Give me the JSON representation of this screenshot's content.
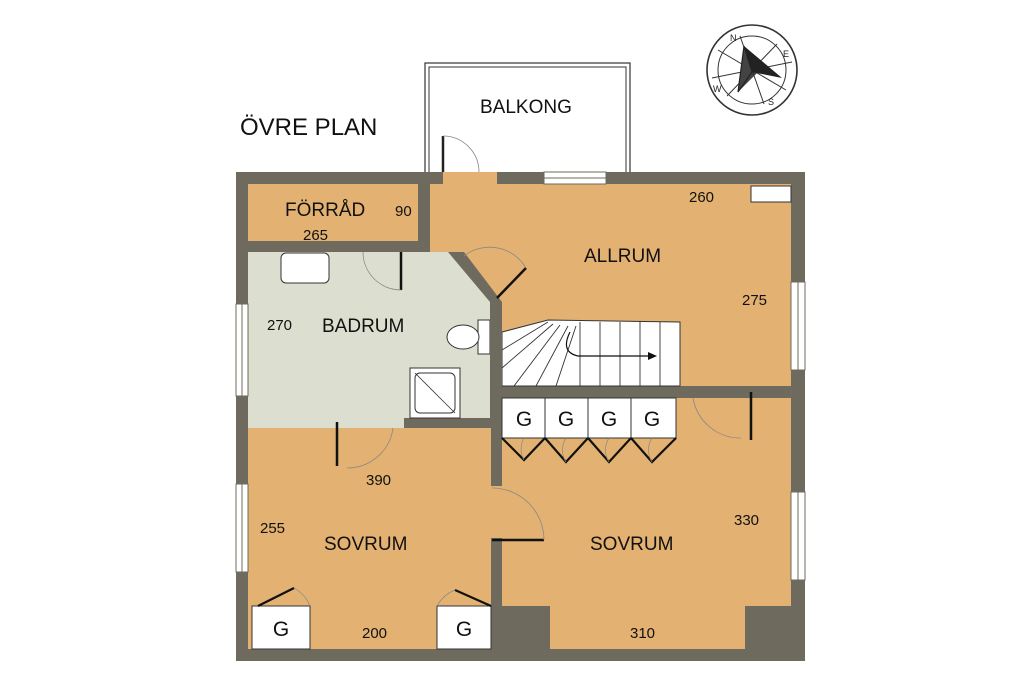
{
  "title": "ÖVRE PLAN",
  "compass": {
    "north": "N",
    "east": "E",
    "south": "S",
    "west": "W"
  },
  "colors": {
    "wall": "#6e6b5e",
    "floor": "#e3b171",
    "bathroom": "#dcdfcf",
    "background": "#ffffff"
  },
  "rooms": {
    "balkong": "BALKONG",
    "forrad": "FÖRRÅD",
    "allrum": "ALLRUM",
    "badrum": "BADRUM",
    "sovrum_left": "SOVRUM",
    "sovrum_right": "SOVRUM"
  },
  "dimensions": {
    "forrad_width": "90",
    "forrad_length": "265",
    "allrum_top": "260",
    "allrum_side": "275",
    "badrum_side": "270",
    "sovrum_left_top": "390",
    "sovrum_left_side": "255",
    "sovrum_left_bottom": "200",
    "sovrum_right_side": "330",
    "sovrum_right_bottom": "310"
  },
  "wardrobes": {
    "hall_1": "G",
    "hall_2": "G",
    "hall_3": "G",
    "hall_4": "G",
    "sovrum_left_1": "G",
    "sovrum_left_2": "G"
  }
}
